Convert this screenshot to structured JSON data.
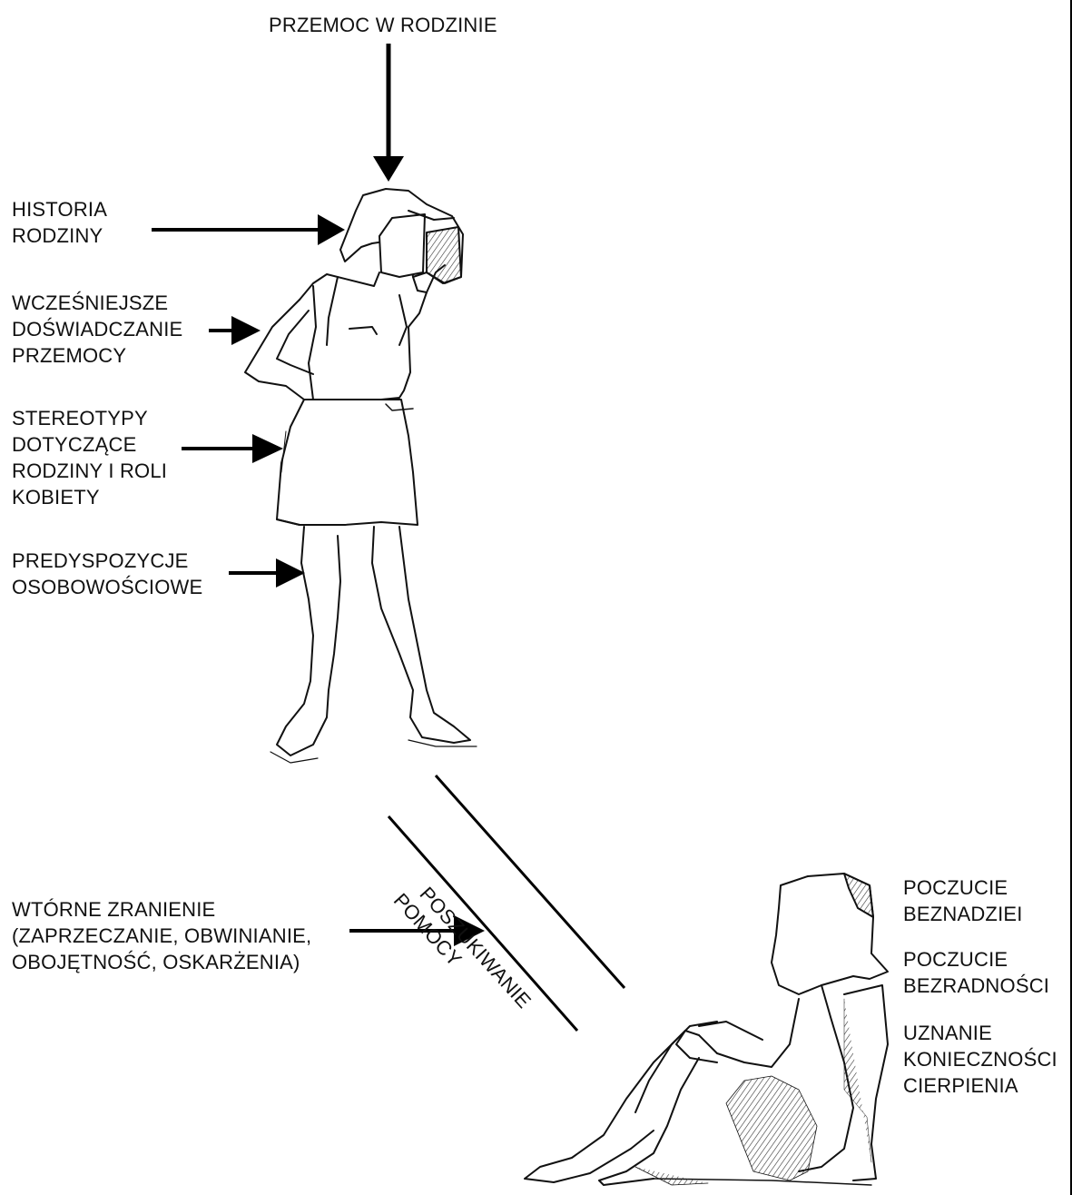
{
  "diagram": {
    "top_label": "PRZEMOC W RODZINIE",
    "factors": [
      {
        "id": "historia",
        "lines": [
          "HISTORIA",
          "RODZINY"
        ]
      },
      {
        "id": "doswiadczanie",
        "lines": [
          "WCZEŚNIEJSZE",
          "DOŚWIADCZANIE",
          "PRZEMOCY"
        ]
      },
      {
        "id": "stereotypy",
        "lines": [
          "STEREOTYPY",
          "DOTYCZĄCE",
          "RODZINY I ROLI",
          "KOBIETY"
        ]
      },
      {
        "id": "predyspozycje",
        "lines": [
          "PREDYSPOZYCJE",
          "OSOBOWOŚCIOWE"
        ]
      }
    ],
    "path_label": [
      "POSZUKIWANIE",
      "POMOCY"
    ],
    "secondary": {
      "lines": [
        "WTÓRNE ZRANIENIE",
        "(ZAPRZECZANIE, OBWINIANIE,",
        "OBOJĘTNOŚĆ, OSKARŻENIA)"
      ]
    },
    "outcomes": [
      {
        "lines": [
          "POCZUCIE",
          "BEZNADZIEI"
        ]
      },
      {
        "lines": [
          "POCZUCIE",
          "BEZRADNOŚCI"
        ]
      },
      {
        "lines": [
          "UZNANIE",
          "KONIECZNOŚCI",
          "CIERPIENIA"
        ]
      }
    ],
    "colors": {
      "ink": "#111111",
      "paper": "#ffffff",
      "shade": "#555555"
    }
  }
}
